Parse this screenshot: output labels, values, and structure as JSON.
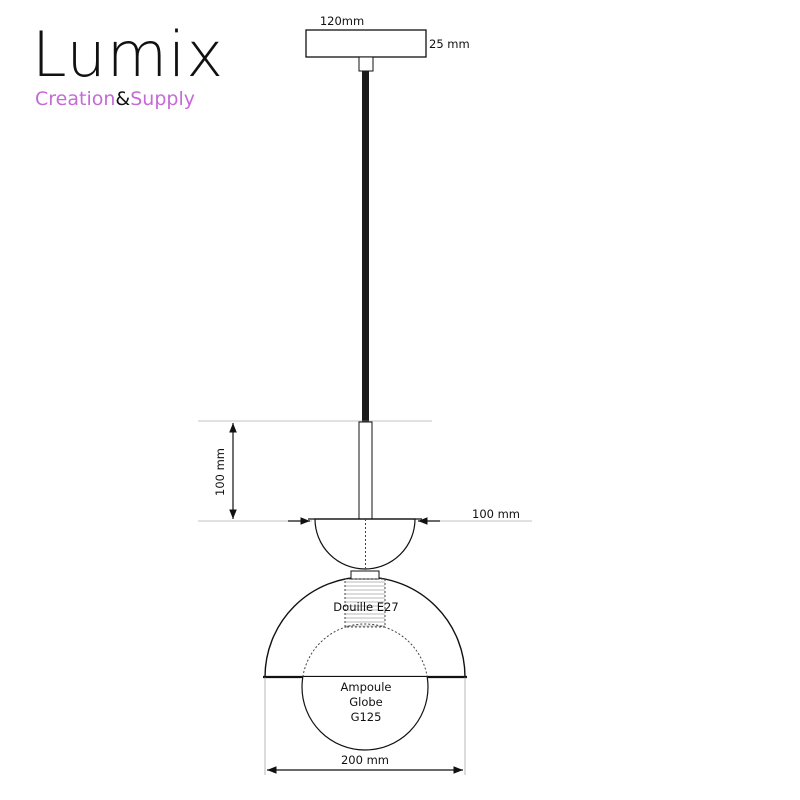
{
  "logo": {
    "word": "Lumix",
    "tagline_start": "Creation",
    "tagline_amp": "&",
    "tagline_end": "Supply",
    "colors": {
      "word": "#111111",
      "tagline": "#c56ad6"
    }
  },
  "dimensions": {
    "canopy_width": "120mm",
    "canopy_height": "25 mm",
    "stem_length": "100 mm",
    "cup_width": "100 mm",
    "shade_width": "200 mm"
  },
  "labels": {
    "socket": "Douille E27",
    "bulb_line1": "Ampoule",
    "bulb_line2": "Globe",
    "bulb_line3": "G125"
  }
}
